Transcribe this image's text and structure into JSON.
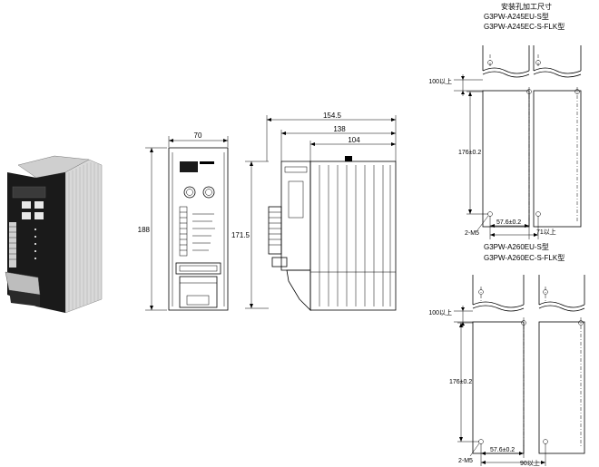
{
  "dimensions": {
    "front_width": "70",
    "front_height": "188",
    "side_total_depth": "154.5",
    "side_depth_2": "138",
    "side_depth_3": "104",
    "side_height": "171.5"
  },
  "mounting": {
    "title": "安装孔加工尺寸",
    "group1": {
      "model_a": "G3PW-A245EU-S型",
      "model_b": "G3PW-A245EC-S-FLK型",
      "spacing_label": "100以上",
      "height_label": "176±0.2",
      "hole_label": "2-M5",
      "hole_pitch_label": "57.6±0.2",
      "pitch_label": "71以上"
    },
    "group2": {
      "model_a": "G3PW-A260EU-S型",
      "model_b": "G3PW-A260EC-S-FLK型",
      "spacing_label": "100以上",
      "height_label": "176±0.2",
      "hole_label": "2-M5",
      "hole_pitch_label": "57.6±0.2",
      "pitch_label": "90以上"
    }
  },
  "colors": {
    "line": "#000000",
    "body_dark": "#1a1a1a",
    "heatsink": "#e6e6e6"
  }
}
